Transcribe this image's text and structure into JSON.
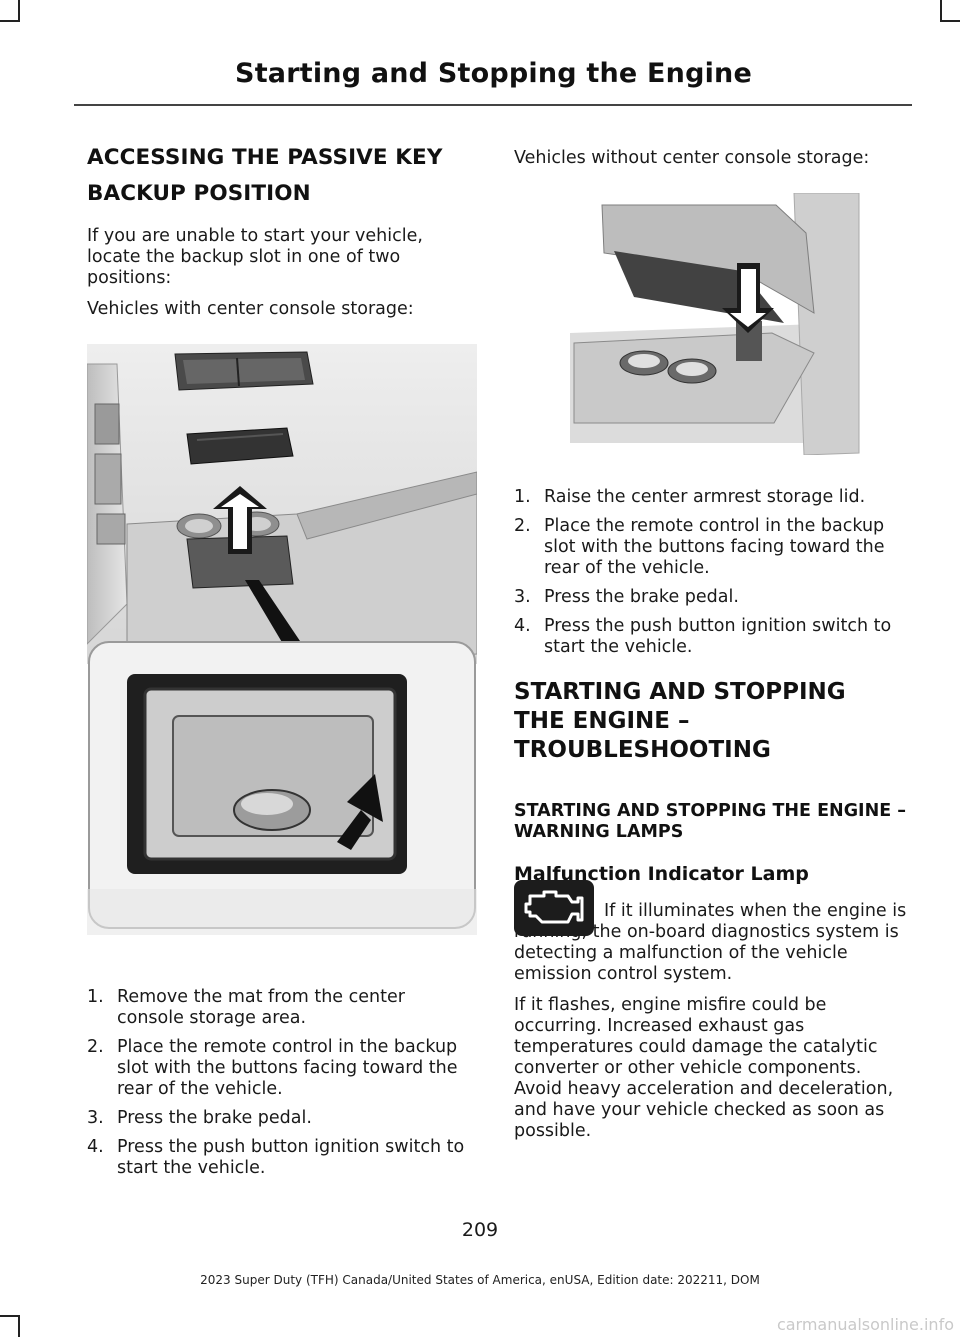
{
  "header": {
    "title": "Starting and Stopping the Engine"
  },
  "left": {
    "heading_line1": "ACCESSING THE PASSIVE KEY",
    "heading_line2": "BACKUP POSITION",
    "intro": "If you are unable to start your vehicle, locate the backup slot in one of two positions:",
    "with_storage_label": "Vehicles with center console storage:",
    "steps": [
      {
        "num": "1.",
        "text": "Remove the mat from the center console storage area."
      },
      {
        "num": "2.",
        "text": "Place the remote control in the backup slot with the buttons facing toward the rear of the vehicle."
      },
      {
        "num": "3.",
        "text": "Press the brake pedal."
      },
      {
        "num": "4.",
        "text": "Press the push button ignition switch to start the vehicle."
      }
    ]
  },
  "right": {
    "without_storage_label": "Vehicles without center console storage:",
    "steps": [
      {
        "num": "1.",
        "text": "Raise the center armrest storage lid."
      },
      {
        "num": "2.",
        "text": "Place the remote control in the backup slot with the buttons facing toward the rear of the vehicle."
      },
      {
        "num": "3.",
        "text": "Press the brake pedal."
      },
      {
        "num": "4.",
        "text": "Press the push button ignition switch to start the vehicle."
      }
    ],
    "section_heading_1": "STARTING AND STOPPING",
    "section_heading_2": "THE ENGINE –",
    "section_heading_3": "TROUBLESHOOTING",
    "sub_heading": "STARTING AND STOPPING THE ENGINE – WARNING LAMPS",
    "lamp_heading": "Malfunction Indicator Lamp",
    "lamp_para1": "If it illuminates when the engine is running, the on-board diagnostics system is detecting a malfunction of the vehicle emission control system.",
    "lamp_para2": "If it flashes, engine misfire could be occurring. Increased exhaust gas temperatures could damage the catalytic converter or other vehicle components. Avoid heavy acceleration and deceleration, and have your vehicle checked as soon as possible.",
    "lamp_icon": "check-engine-icon"
  },
  "footer": {
    "page_number": "209",
    "info": "2023 Super Duty (TFH) Canada/United States of America, enUSA, Edition date: 202211, DOM"
  },
  "watermark": "carmanualsonline.info"
}
